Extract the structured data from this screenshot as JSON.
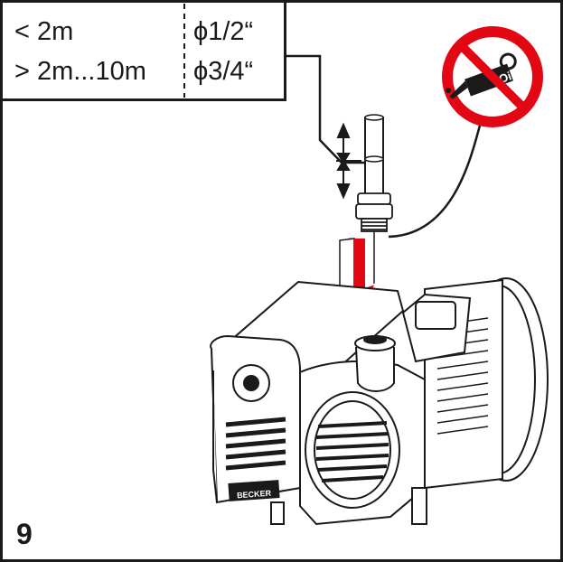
{
  "table": {
    "rows": [
      {
        "length": "< 2m",
        "diameter": "ϕ1/2“"
      },
      {
        "length": "> 2m...10m",
        "diameter": "ϕ3/4“"
      }
    ]
  },
  "figure_number": "9",
  "pump_brand": "BECKER",
  "prohibition_sign": {
    "text": "Oil",
    "color": "#e30613",
    "icon": "no-oil-can-icon"
  },
  "colors": {
    "arrow": "#e30613",
    "line": "#1a1a1a"
  }
}
